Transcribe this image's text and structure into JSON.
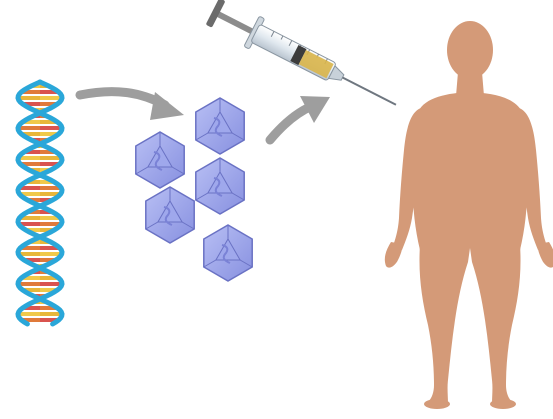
{
  "diagram": {
    "stages": [
      {
        "id": "dna",
        "icon": "dna-double-helix-icon"
      },
      {
        "id": "vectors",
        "icon": "viral-vector-capsid-icon",
        "count": 5
      },
      {
        "id": "injection",
        "icon": "syringe-icon"
      },
      {
        "id": "patient",
        "icon": "human-body-silhouette-icon"
      }
    ],
    "colors": {
      "background": "#ffffff",
      "dna_backbone": "#2aa7d9",
      "dna_base_pairs": [
        "#e8b63a",
        "#d9534f",
        "#f0c94a",
        "#e07a3a"
      ],
      "capsid_fill": "#9fa8ec",
      "capsid_edge": "#6a72c4",
      "capsid_inner": "#7a82d6",
      "arrow": "#9e9e9e",
      "syringe_barrel": "#e6edf2",
      "syringe_liquid": "#d9b54a",
      "syringe_plunger": "#4a4a4a",
      "body": "#d49a78"
    }
  }
}
